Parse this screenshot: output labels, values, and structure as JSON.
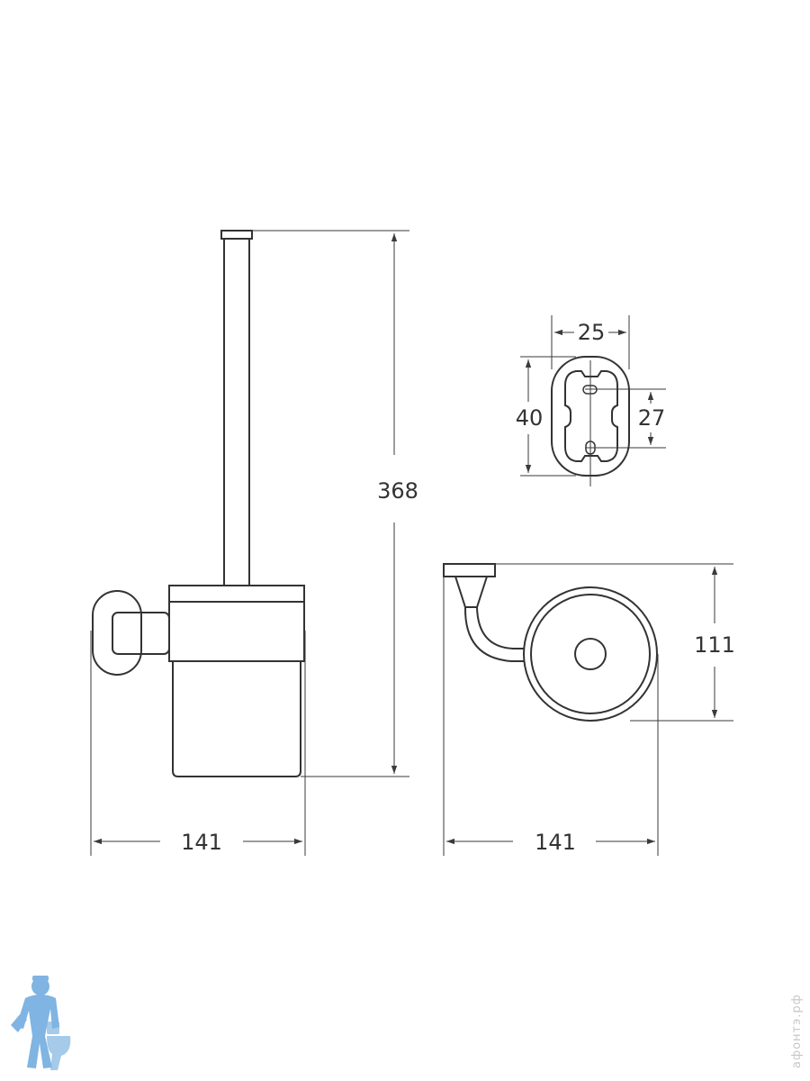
{
  "colors": {
    "line": "#333333",
    "dim_line": "#3a3a3a",
    "logo": "#6aa7dd",
    "watermark": "#c7c7c7"
  },
  "dimensions": {
    "height": "368",
    "width_front": "141",
    "width_top": "141",
    "depth_top": "111",
    "plate_width": "25",
    "plate_height": "40",
    "hole_spacing": "27"
  },
  "watermark": {
    "text": "афонтэ.рф"
  },
  "icons": {
    "logo": "plumber-mascot-icon"
  }
}
